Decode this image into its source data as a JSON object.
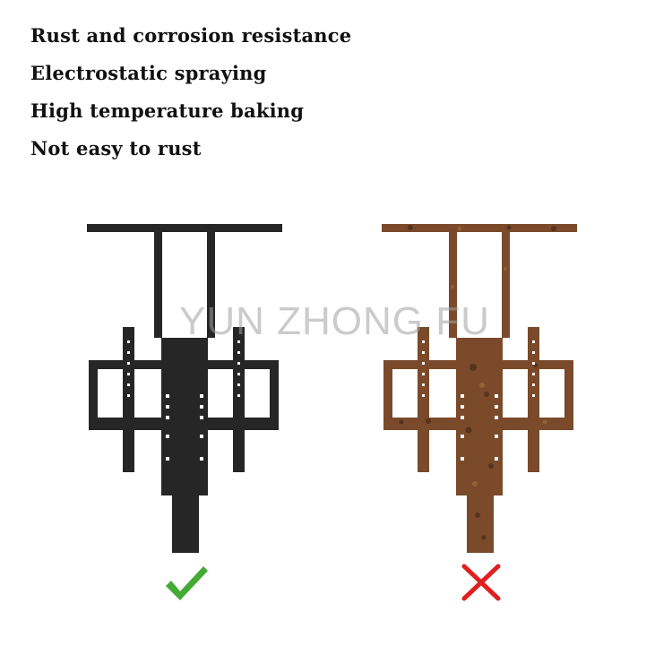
{
  "features": [
    "Rust and corrosion resistance",
    "Electrostatic spraying",
    "High temperature baking",
    "Not easy to rust"
  ],
  "watermark": "YUN ZHONG FU",
  "products": [
    {
      "state": "coated",
      "icon": "bracket-icon",
      "color": "#2b2b2b"
    },
    {
      "state": "rusted",
      "icon": "bracket-icon",
      "color": "#7a4a2a"
    }
  ],
  "verdicts": {
    "good": {
      "icon": "check-icon",
      "color": "#44aa33"
    },
    "bad": {
      "icon": "cross-icon",
      "color": "#e02020"
    }
  }
}
